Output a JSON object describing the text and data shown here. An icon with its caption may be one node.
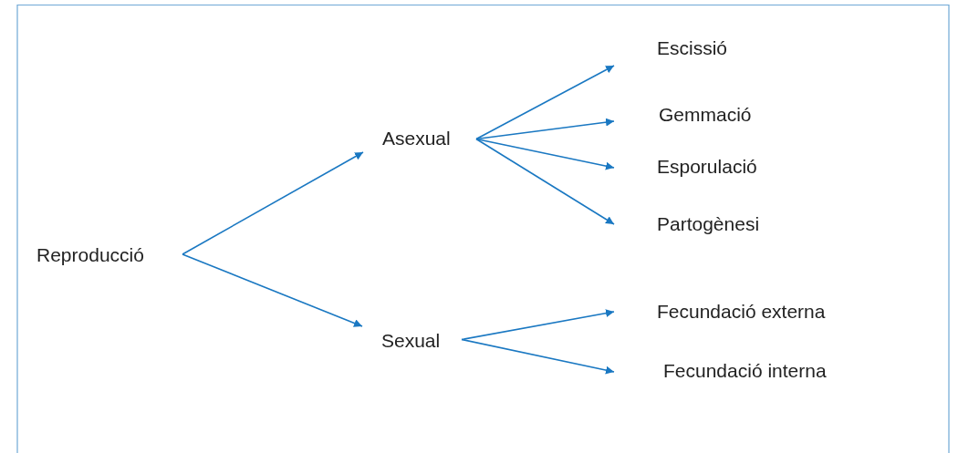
{
  "diagram": {
    "nodes": [
      {
        "text": [
          "Reproducció"
        ]
      },
      {
        "text": [
          "Asexual"
        ]
      },
      {
        "text": [
          "Sexual"
        ]
      },
      {
        "text": [
          "Escissió"
        ]
      },
      {
        "text": [
          "Gemmació"
        ]
      },
      {
        "text": [
          "Esporulació"
        ]
      },
      {
        "text": [
          "Partogènesi"
        ]
      },
      {
        "text": [
          "Fecundació externa"
        ]
      },
      {
        "text": [
          "Fecundació interna"
        ]
      }
    ],
    "edges": [
      {
        "from": 0,
        "to": 1,
        "arrow": "to"
      },
      {
        "from": 0,
        "to": 2,
        "arrow": "to"
      },
      {
        "from": 1,
        "to": 3,
        "arrow": "to"
      },
      {
        "from": 1,
        "to": 4,
        "arrow": "to"
      },
      {
        "from": 1,
        "to": 5,
        "arrow": "to"
      },
      {
        "from": 1,
        "to": 6,
        "arrow": "to"
      },
      {
        "from": 2,
        "to": 7,
        "arrow": "to"
      },
      {
        "from": 2,
        "to": 8,
        "arrow": "to"
      }
    ]
  }
}
